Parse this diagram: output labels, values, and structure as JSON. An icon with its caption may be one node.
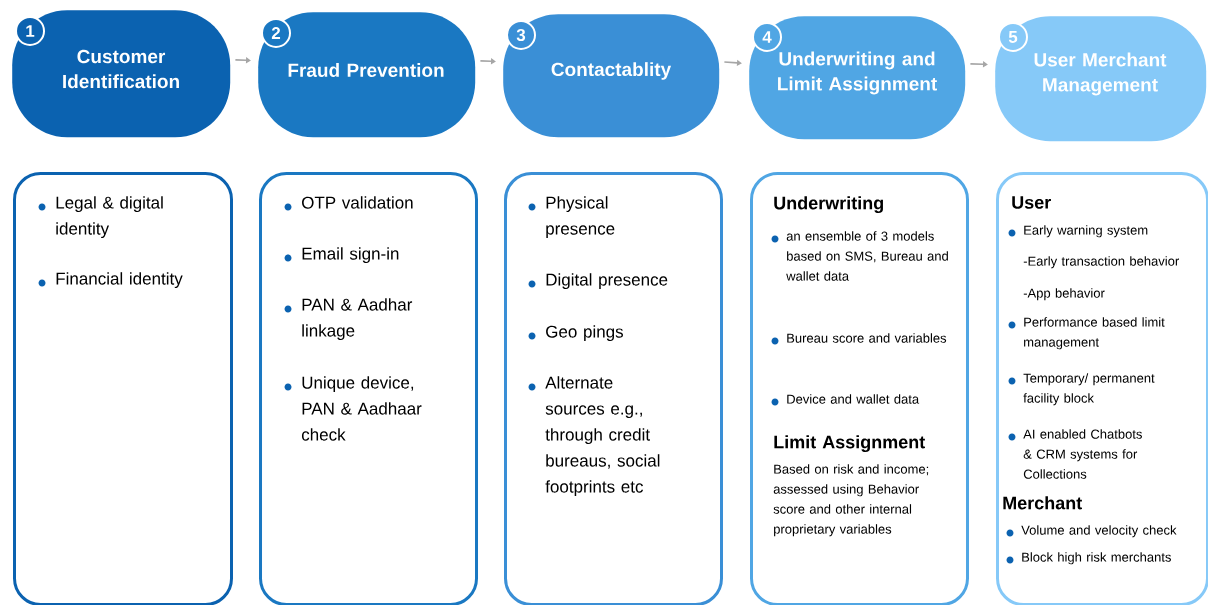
{
  "diagram": {
    "nodes": [
      {
        "text": [
          "1",
          "Customer Identification"
        ]
      },
      {
        "text": [
          "2",
          "Fraud Prevention"
        ]
      },
      {
        "text": [
          "3",
          "Contactablity"
        ]
      },
      {
        "text": [
          "4",
          "Underwriting and Limit Assignment"
        ]
      },
      {
        "text": [
          "5",
          "User Merchant Management"
        ]
      },
      {
        "text": [
          "Legal & digital identity",
          "Financial identity"
        ]
      },
      {
        "text": [
          "OTP validation",
          "Email sign-in",
          "PAN & Aadhar linkage",
          "Unique device, PAN & Aadhaar check"
        ]
      },
      {
        "text": [
          "Physical presence",
          "Digital presence",
          "Geo pings",
          "Alternate sources e.g., through credit bureaus, social footprints etc"
        ]
      },
      {
        "text": [
          "Underwriting",
          "an ensemble of 3 models based on SMS, Bureau and wallet data",
          "Bureau score and variables",
          "Device and wallet data",
          "Limit Assignment",
          "Based on risk and income; assessed using Behavior score and other internal proprietary variables"
        ]
      },
      {
        "text": [
          "User",
          "Early warning system",
          "-Early transaction behavior",
          "-App behavior",
          "Performance based limit management",
          "Temporary/ permanent facility block",
          "AI enabled Chatbots & CRM systems for Collections",
          "Merchant",
          "Volume and velocity check",
          "Block high risk merchants"
        ]
      }
    ],
    "edges": [
      {
        "from": 0,
        "to": 1,
        "arrow": "to"
      },
      {
        "from": 1,
        "to": 2,
        "arrow": "to"
      },
      {
        "from": 2,
        "to": 3,
        "arrow": "to"
      },
      {
        "from": 3,
        "to": 4,
        "arrow": "to"
      }
    ]
  }
}
